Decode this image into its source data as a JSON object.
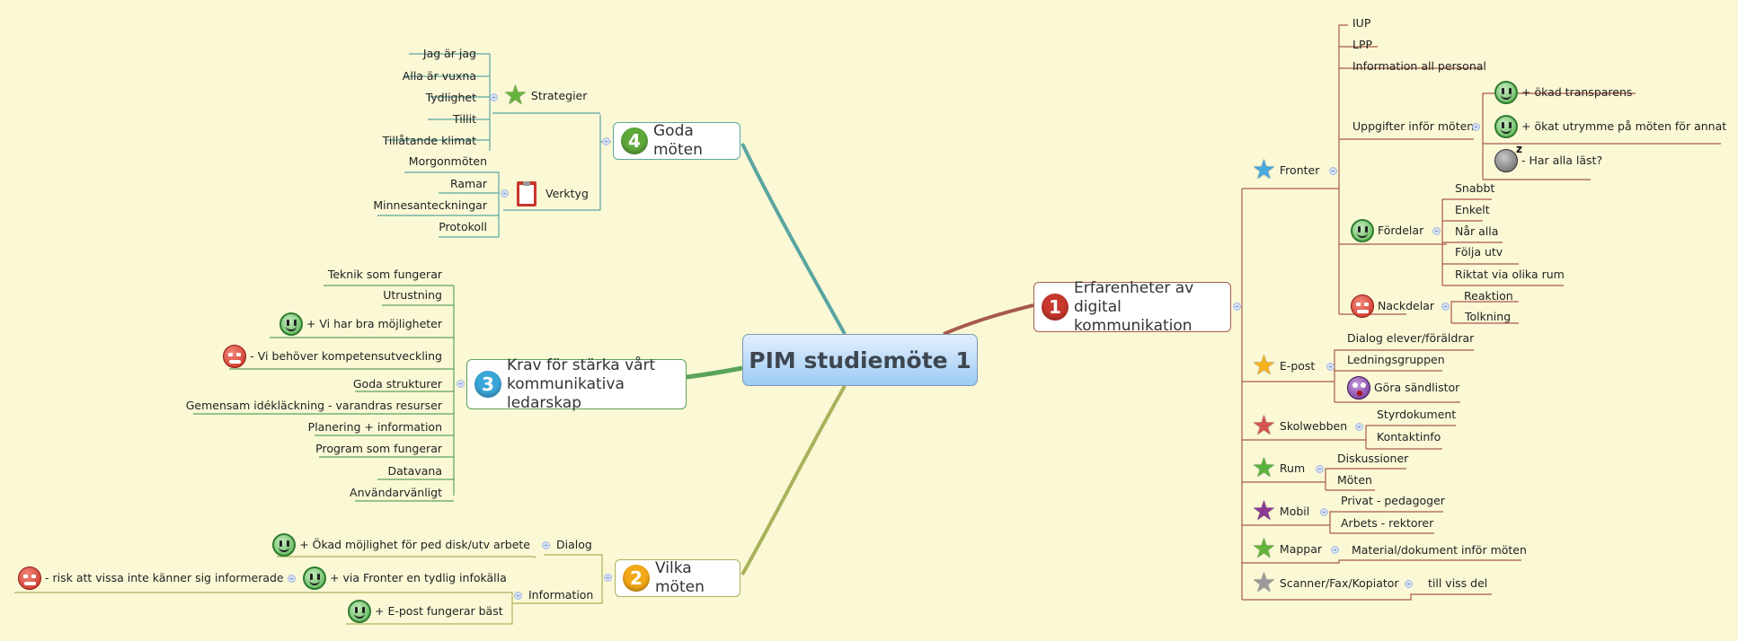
{
  "central": {
    "label": "PIM studiemöte 1"
  },
  "colors": {
    "background": "#fbf8d6",
    "branch1": "#a75a4a",
    "branch2": "#a9b25a",
    "branch3": "#5aa35a",
    "branch4": "#5aa5a0",
    "central_top": "#e3f0fd",
    "central_bottom": "#9ccbf4"
  },
  "branches": {
    "goda": {
      "number": "4",
      "label": "Goda möten",
      "strategier": {
        "label": "Strategier",
        "icon": "green-star-icon",
        "items": [
          "Jag är jag",
          "Alla är vuxna",
          "Tydlighet",
          "Tillit",
          "Tillåtande klimat"
        ]
      },
      "verktyg": {
        "label": "Verktyg",
        "icon": "clipboard-icon",
        "items": [
          "Morgonmöten",
          "Ramar",
          "Minnesanteckningar",
          "Protokoll"
        ]
      }
    },
    "krav": {
      "number": "3",
      "label_line1": "Krav för stärka vårt",
      "label_line2": "kommunikativa ledarskap",
      "items": [
        {
          "text": "Teknik som fungerar"
        },
        {
          "text": "Utrustning"
        },
        {
          "text": "+ Vi har bra möjligheter",
          "icon": "smiley-icon"
        },
        {
          "text": "- Vi behöver kompetensutveckling",
          "icon": "angry-face-icon"
        },
        {
          "text": "Goda strukturer"
        },
        {
          "text": "Gemensam idékläckning - varandras resurser"
        },
        {
          "text": "Planering + information"
        },
        {
          "text": "Program som fungerar"
        },
        {
          "text": "Datavana"
        },
        {
          "text": "Användarvänligt"
        }
      ]
    },
    "vilka": {
      "number": "2",
      "label": "Vilka möten",
      "dialog": {
        "label": "Dialog",
        "items": [
          "+ Ökad möjlighet för ped disk/utv arbete"
        ]
      },
      "information": {
        "label": "Information",
        "items": [
          "+ via Fronter en tydlig infokälla",
          "+ E-post fungerar bäst"
        ],
        "sub": "- risk att vissa inte känner sig informerade"
      }
    },
    "erfarenheter": {
      "number": "1",
      "label_line1": "Erfarenheter av digital",
      "label_line2": "kommunikation",
      "fronter": {
        "label": "Fronter",
        "items": [
          "IUP",
          "LPP",
          "Information all personal"
        ],
        "uppgifter": {
          "label": "Uppgifter inför möten",
          "items": [
            "+ ökad transparens",
            "+ ökat utrymme på möten för annat",
            "- Har alla läst?"
          ]
        },
        "fordelar": {
          "label": "Fördelar",
          "items": [
            "Snabbt",
            "Enkelt",
            "Når alla",
            "Följa utv",
            "Riktat via olika rum"
          ]
        },
        "nackdelar": {
          "label": "Nackdelar",
          "items": [
            "Reaktion",
            "Tolkning"
          ]
        }
      },
      "epost": {
        "label": "E-post",
        "items": [
          "Dialog elever/föräldrar",
          "Ledningsgruppen",
          "Göra sändlistor"
        ]
      },
      "skolwebben": {
        "label": "Skolwebben",
        "items": [
          "Styrdokument",
          "Kontaktinfo"
        ]
      },
      "rum": {
        "label": "Rum",
        "items": [
          "Diskussioner",
          "Möten"
        ]
      },
      "mobil": {
        "label": "Mobil",
        "items": [
          "Privat - pedagoger",
          "Arbets - rektorer"
        ]
      },
      "mappar": {
        "label": "Mappar",
        "items": [
          "Material/dokument inför möten"
        ]
      },
      "scanner": {
        "label": "Scanner/Fax/Kopiator",
        "items": [
          "till viss del"
        ]
      }
    }
  }
}
